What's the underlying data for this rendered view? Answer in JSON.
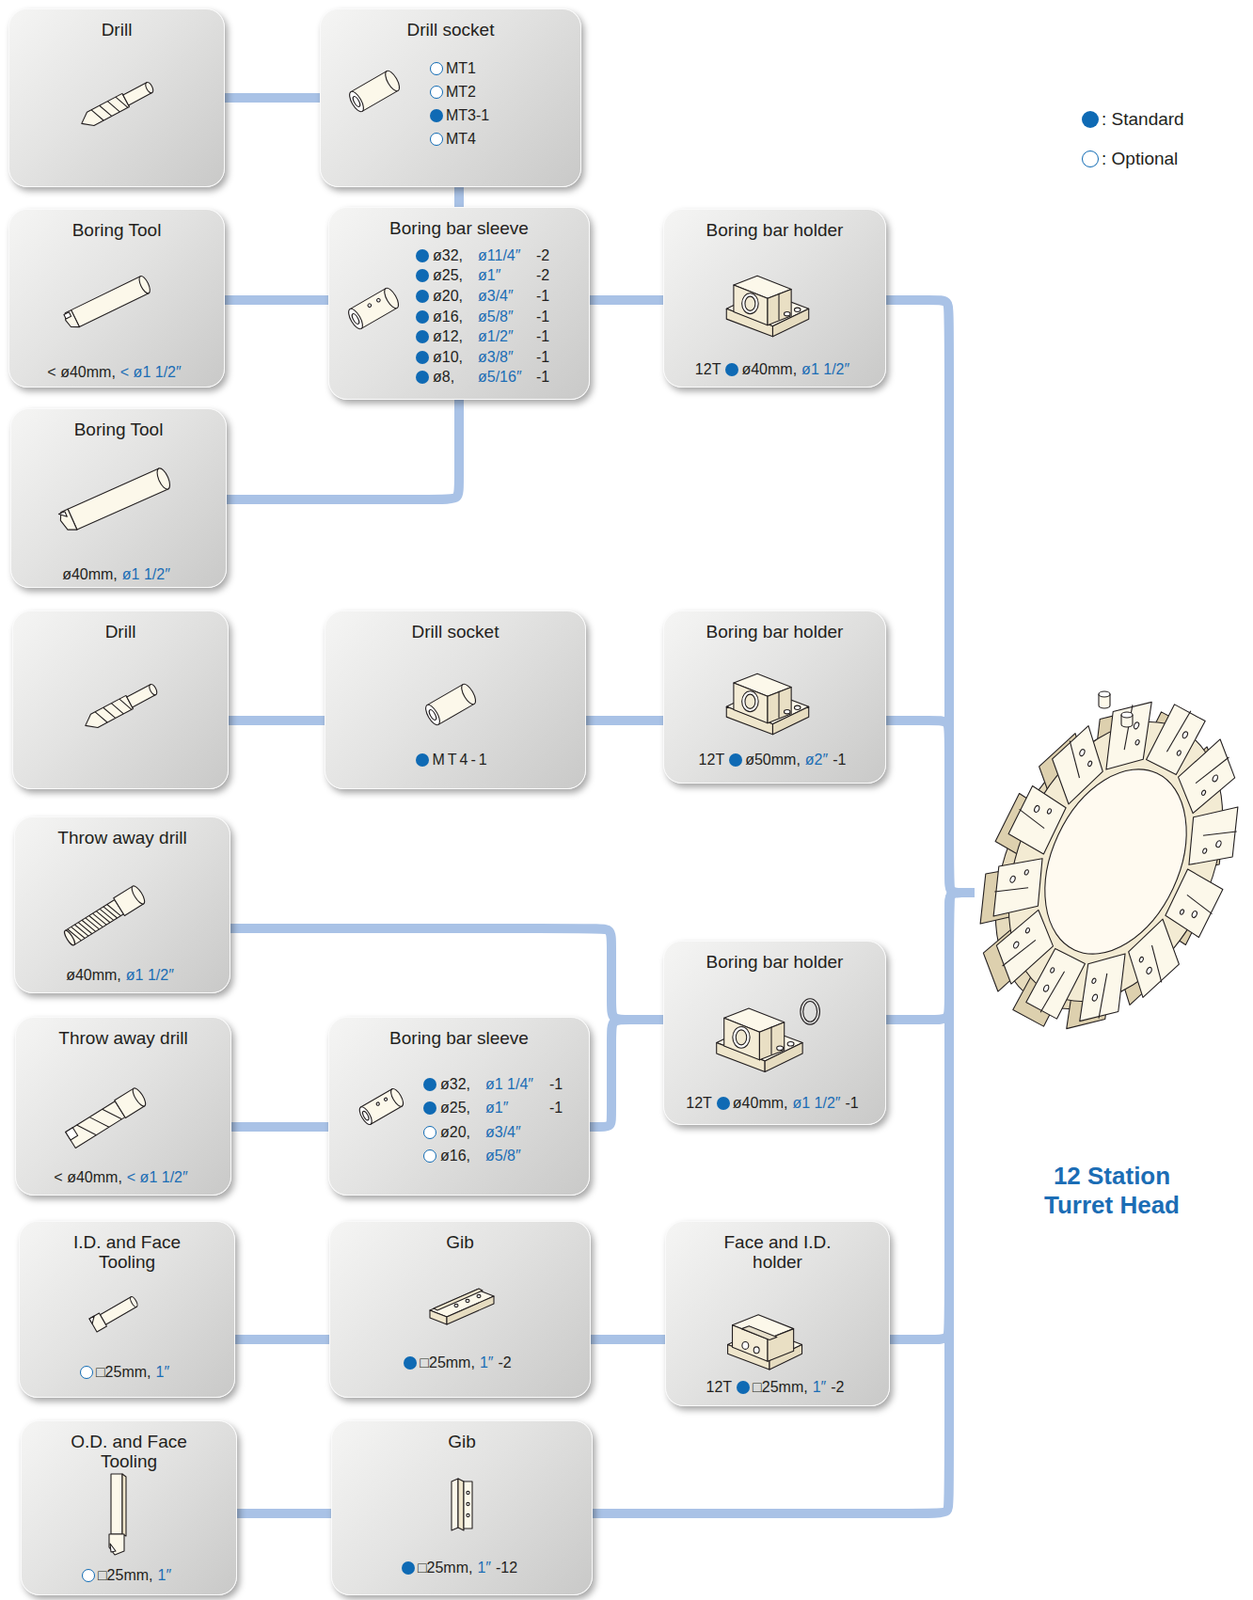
{
  "diagram": {
    "nodes": [
      {
        "text": [
          "Drill"
        ]
      },
      {
        "text": [
          "Drill socket",
          "MT1",
          "MT2",
          "MT3-1",
          "MT4"
        ]
      },
      {
        "text": [
          "Boring Tool",
          "< ø40mm,",
          "< ø1 1/2″"
        ]
      },
      {
        "text": [
          "Boring bar sleeve",
          "ø32,",
          "ø11/4″",
          "-2",
          "ø25,",
          "ø1″",
          "-2",
          "ø20,",
          "ø3/4″",
          "-1",
          "ø16,",
          "ø5/8″",
          "-1",
          "ø12,",
          "ø1/2″",
          "-1",
          "ø10,",
          "ø3/8″",
          "-1",
          "ø8,",
          "ø5/16″",
          "-1"
        ]
      },
      {
        "text": [
          "Boring bar holder",
          "12T",
          "ø40mm,",
          "ø1 1/2″"
        ]
      },
      {
        "text": [
          "Boring Tool",
          "ø40mm,",
          "ø1 1/2″"
        ]
      },
      {
        "text": [
          "Drill"
        ]
      },
      {
        "text": [
          "Drill socket",
          "MT4-1"
        ]
      },
      {
        "text": [
          "Boring bar holder",
          "12T",
          "ø50mm,",
          "ø2″",
          "-1"
        ]
      },
      {
        "text": [
          "Throw away drill",
          "ø40mm,",
          "ø1 1/2″"
        ]
      },
      {
        "text": [
          "Throw away drill",
          "< ø40mm,",
          "< ø1 1/2″"
        ]
      },
      {
        "text": [
          "Boring bar sleeve",
          "ø32,",
          "ø1 1/4″",
          "-1",
          "ø25,",
          "ø1″",
          "-1",
          "ø20,",
          "ø3/4″",
          "ø16,",
          "ø5/8″"
        ]
      },
      {
        "text": [
          "Boring bar holder",
          "12T",
          "ø40mm,",
          "ø1 1/2″",
          "-1"
        ]
      },
      {
        "text": [
          "I.D. and Face Tooling",
          "□25mm,",
          "1″"
        ]
      },
      {
        "text": [
          "Gib",
          "□25mm,",
          "1″",
          "-2"
        ]
      },
      {
        "text": [
          "Face and I.D. holder",
          "12T",
          "□25mm,",
          "1″",
          "-2"
        ]
      },
      {
        "text": [
          "O.D. and Face Tooling",
          "□25mm,",
          "1″"
        ]
      },
      {
        "text": [
          "Gib",
          "□25mm,",
          "1″",
          "-12"
        ]
      },
      {
        "text": [
          "12 Station Turret Head"
        ]
      }
    ],
    "edges": [
      {
        "from": 0,
        "to": 1,
        "arrow": "none"
      },
      {
        "from": 1,
        "to": 3,
        "arrow": "none"
      },
      {
        "from": 2,
        "to": 3,
        "arrow": "none"
      },
      {
        "from": 5,
        "to": 3,
        "arrow": "none"
      },
      {
        "from": 3,
        "to": 4,
        "arrow": "none"
      },
      {
        "from": 4,
        "to": 18,
        "arrow": "none"
      },
      {
        "from": 6,
        "to": 7,
        "arrow": "none"
      },
      {
        "from": 7,
        "to": 8,
        "arrow": "none"
      },
      {
        "from": 8,
        "to": 18,
        "arrow": "none"
      },
      {
        "from": 9,
        "to": 12,
        "arrow": "none"
      },
      {
        "from": 10,
        "to": 11,
        "arrow": "none"
      },
      {
        "from": 11,
        "to": 12,
        "arrow": "none"
      },
      {
        "from": 12,
        "to": 18,
        "arrow": "none"
      },
      {
        "from": 13,
        "to": 14,
        "arrow": "none"
      },
      {
        "from": 14,
        "to": 15,
        "arrow": "none"
      },
      {
        "from": 15,
        "to": 18,
        "arrow": "none"
      },
      {
        "from": 16,
        "to": 17,
        "arrow": "none"
      },
      {
        "from": 17,
        "to": 18,
        "arrow": "none"
      }
    ],
    "legend": [
      {
        "text": ": Standard",
        "color": "#0f6ab4"
      },
      {
        "text": ": Optional"
      }
    ]
  }
}
